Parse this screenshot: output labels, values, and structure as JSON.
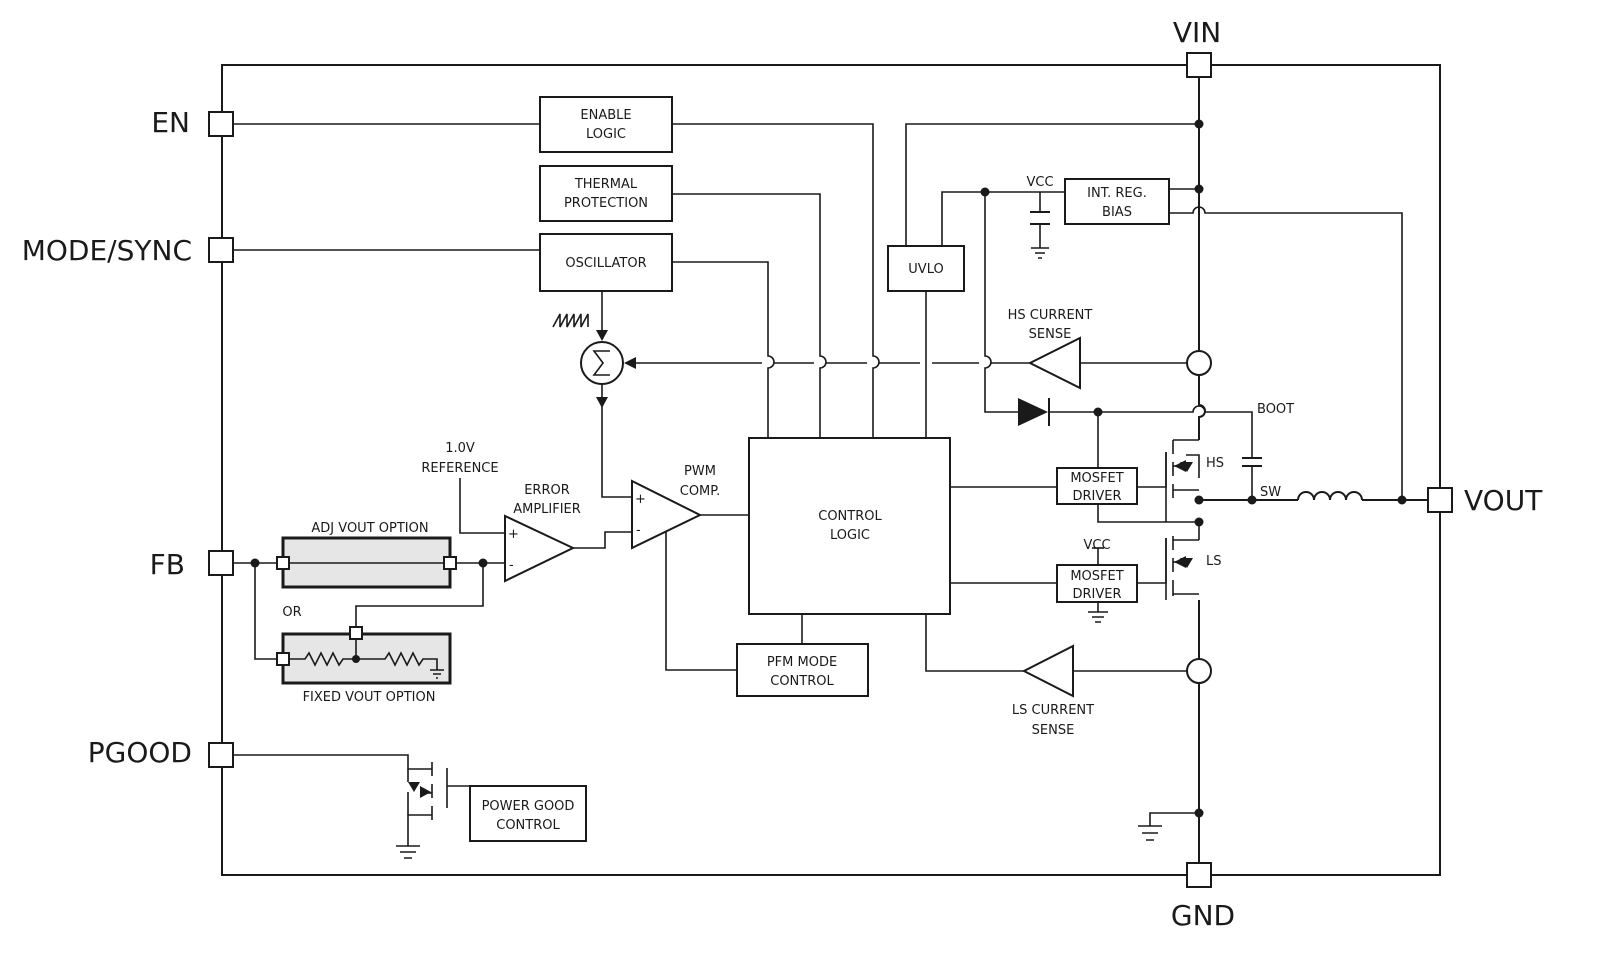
{
  "pins": {
    "vin": "VIN",
    "en": "EN",
    "mode_sync": "MODE/SYNC",
    "fb": "FB",
    "pgood": "PGOOD",
    "vout": "VOUT",
    "gnd": "GND"
  },
  "blocks": {
    "enable_logic": [
      "ENABLE",
      "LOGIC"
    ],
    "thermal_protection": [
      "THERMAL",
      "PROTECTION"
    ],
    "oscillator": "OSCILLATOR",
    "uvlo": "UVLO",
    "int_reg_bias": [
      "INT. REG.",
      "BIAS"
    ],
    "control_logic": [
      "CONTROL",
      "LOGIC"
    ],
    "mosfet_driver_hs": [
      "MOSFET",
      "DRIVER"
    ],
    "mosfet_driver_ls": [
      "MOSFET",
      "DRIVER"
    ],
    "pfm_mode_control": [
      "PFM MODE",
      "CONTROL"
    ],
    "power_good_control": [
      "POWER GOOD",
      "CONTROL"
    ]
  },
  "labels": {
    "vcc_top": "VCC",
    "vcc_driver": "VCC",
    "hs_current_sense": [
      "HS CURRENT",
      "SENSE"
    ],
    "ls_current_sense": [
      "LS CURRENT",
      "SENSE"
    ],
    "boot": "BOOT",
    "sw": "SW",
    "hs": "HS",
    "ls": "LS",
    "reference": [
      "1.0V",
      "REFERENCE"
    ],
    "error_amplifier": [
      "ERROR",
      "AMPLIFIER"
    ],
    "pwm_comp": [
      "PWM",
      "COMP."
    ],
    "adj_vout_option": "ADJ VOUT OPTION",
    "or": "OR",
    "fixed_vout_option": "FIXED VOUT OPTION",
    "plus": "+",
    "minus": "-"
  },
  "colors": {
    "ink": "#1a1a1a",
    "background": "#ffffff",
    "option_fill": "#e6e6e6"
  }
}
